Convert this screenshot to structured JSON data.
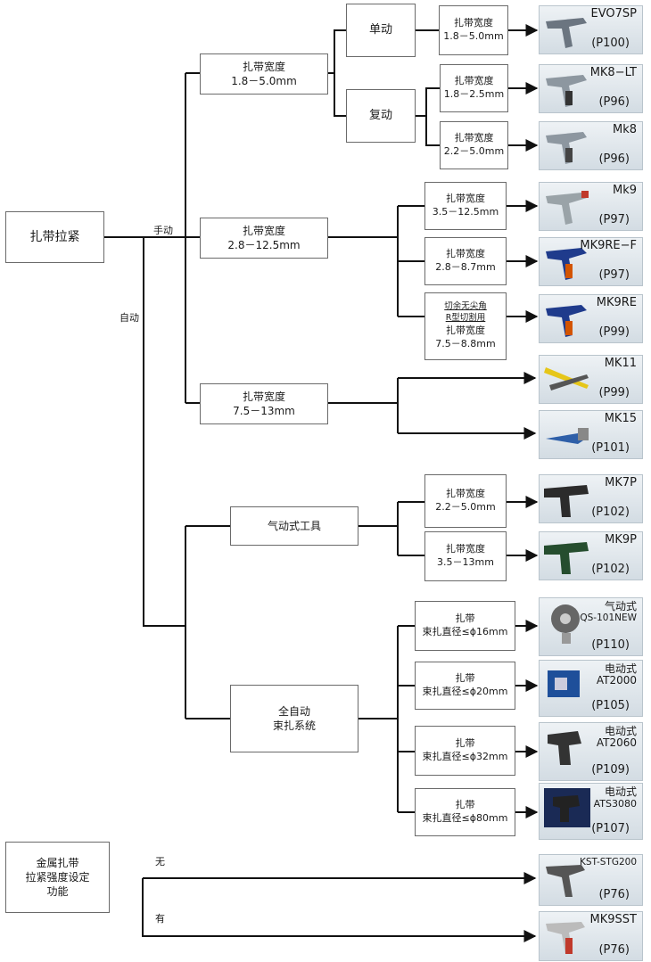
{
  "root": {
    "label": "扎带拉紧",
    "manual_label": "手动",
    "auto_label": "自动"
  },
  "level1": {
    "width_1_8": [
      "扎带宽度",
      "1.8－5.0mm"
    ],
    "width_2_8": [
      "扎带宽度",
      "2.8－12.5mm"
    ],
    "width_7_5": [
      "扎带宽度",
      "7.5－13mm"
    ],
    "pneumatic": [
      "气动式工具"
    ],
    "full_auto": [
      "全自动",
      "束扎系统"
    ]
  },
  "level2": {
    "single": "单动",
    "double": "复动"
  },
  "widths": {
    "w_evo": [
      "扎带宽度",
      "1.8－5.0mm"
    ],
    "w_mk8lt": [
      "扎带宽度",
      "1.8－2.5mm"
    ],
    "w_mk8": [
      "扎带宽度",
      "2.2－5.0mm"
    ],
    "w_mk9": [
      "扎带宽度",
      "3.5－12.5mm"
    ],
    "w_mk9ref": [
      "扎带宽度",
      "2.8－8.7mm"
    ],
    "w_mk9re": [
      "切余无尖角",
      "R型切割用",
      "扎带宽度",
      "7.5－8.8mm"
    ],
    "w_mk7p": [
      "扎带宽度",
      "2.2－5.0mm"
    ],
    "w_mk9p": [
      "扎带宽度",
      "3.5－13mm"
    ],
    "d16": [
      "扎带",
      "束扎直径≤ϕ16mm"
    ],
    "d20": [
      "扎带",
      "束扎直径≤ϕ20mm"
    ],
    "d32": [
      "扎带",
      "束扎直径≤ϕ32mm"
    ],
    "d80": [
      "扎带",
      "束扎直径≤ϕ80mm"
    ]
  },
  "metal": {
    "label": [
      "金属扎带",
      "拉紧强度设定",
      "功能"
    ],
    "no_label": "无",
    "yes_label": "有"
  },
  "products": [
    {
      "name": "EVO7SP",
      "page": "(P100)",
      "color": "#6b7580"
    },
    {
      "name": "MK8−LT",
      "page": "(P96)",
      "color": "#8d97a0"
    },
    {
      "name": "Mk8",
      "page": "(P96)",
      "color": "#8d97a0"
    },
    {
      "name": "Mk9",
      "page": "(P97)",
      "color": "#c0392b"
    },
    {
      "name": "MK9RE−F",
      "page": "(P97)",
      "color": "#1f3b8c"
    },
    {
      "name": "MK9RE",
      "page": "(P99)",
      "color": "#d35400"
    },
    {
      "name": "MK11",
      "page": "(P99)",
      "color": "#e6c619"
    },
    {
      "name": "MK15",
      "page": "(P101)",
      "color": "#2e5fa8"
    },
    {
      "name": "MK7P",
      "page": "(P102)",
      "color": "#2b2b2b"
    },
    {
      "name": "MK9P",
      "page": "(P102)",
      "color": "#254d2e"
    },
    {
      "type": "气动式",
      "name": "QS-101NEW",
      "page": "(P110)",
      "color": "#666666"
    },
    {
      "type": "电动式",
      "name": "AT2000",
      "page": "(P105)",
      "color": "#1e4f9a"
    },
    {
      "type": "电动式",
      "name": "AT2060",
      "page": "(P109)",
      "color": "#333333"
    },
    {
      "type": "电动式",
      "name": "ATS3080",
      "page": "(P107)",
      "color": "#1a2a55"
    },
    {
      "name": "KST-STG200",
      "page": "(P76)",
      "color": "#555555"
    },
    {
      "name": "MK9SST",
      "page": "(P76)",
      "color": "#c0392b"
    }
  ]
}
